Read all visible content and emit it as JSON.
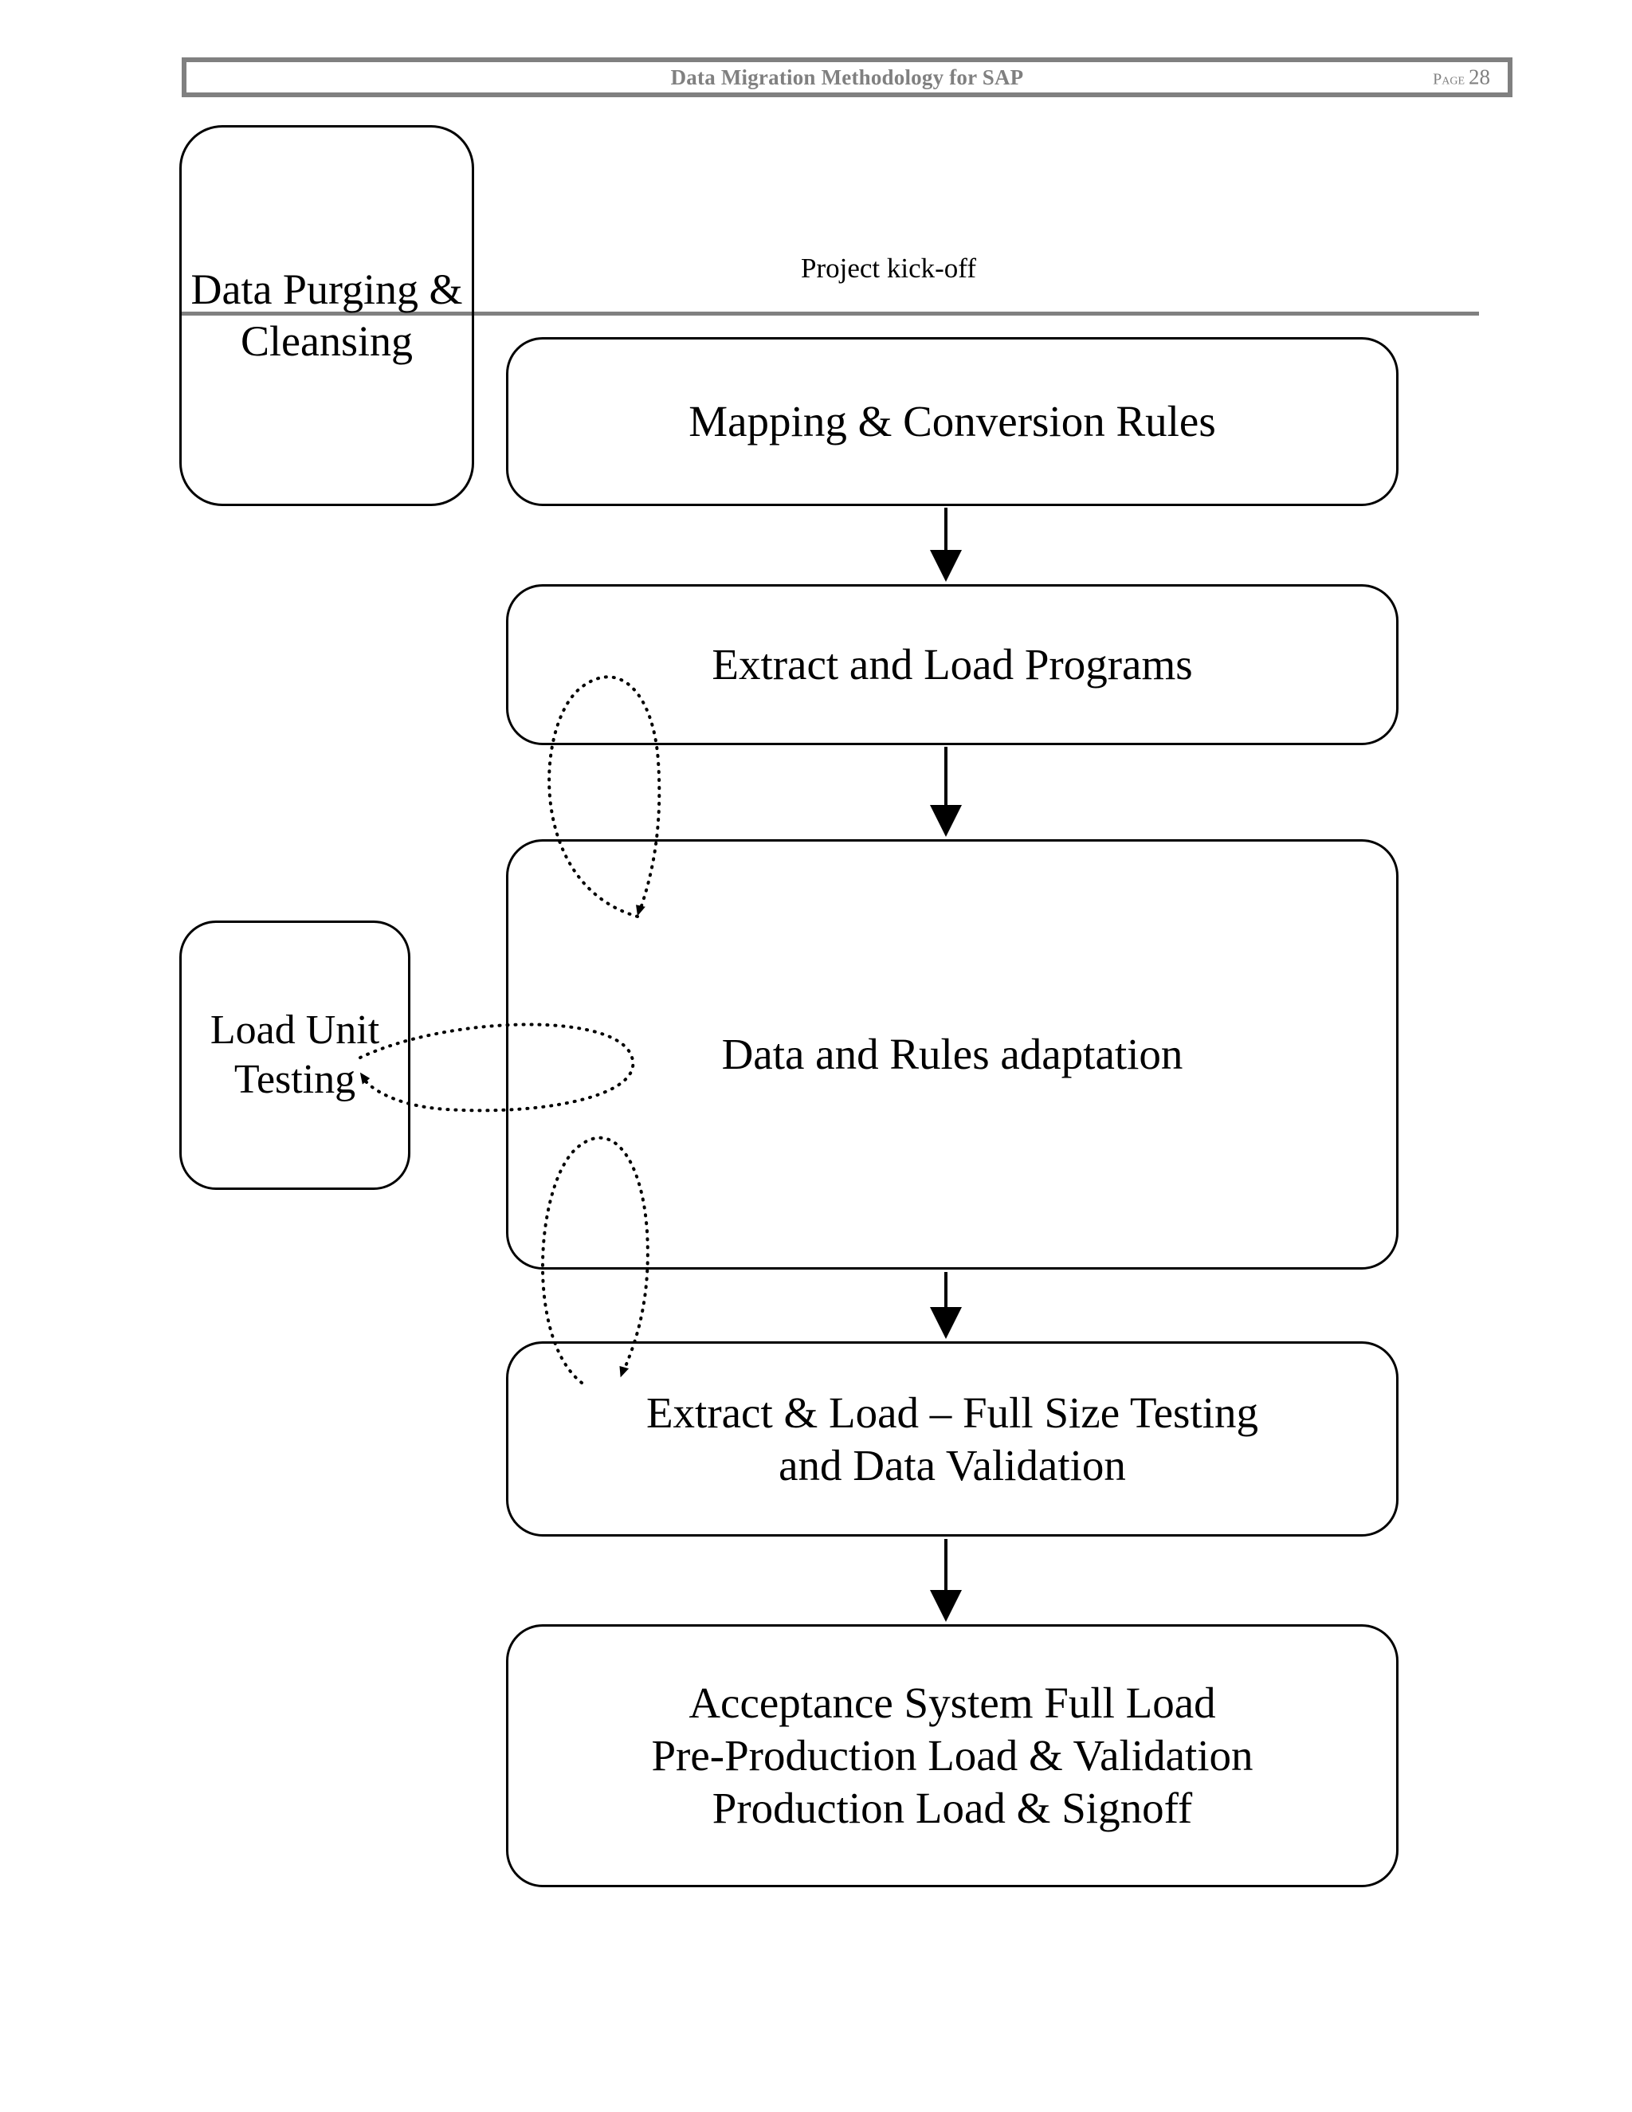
{
  "header": {
    "title": "Data Migration Methodology for SAP",
    "page_prefix": "Page",
    "page_number": "28",
    "border_color": "#808080",
    "text_color": "#808080"
  },
  "diagram": {
    "kickoff_label": "Project kick-off",
    "side_nodes": [
      {
        "id": "data-purging",
        "label": "Data Purging & Cleansing"
      },
      {
        "id": "load-unit-testing",
        "label": "Load Unit Testing"
      }
    ],
    "main_nodes": [
      {
        "id": "mapping",
        "label": "Mapping & Conversion Rules"
      },
      {
        "id": "extract",
        "label": "Extract and Load Programs"
      },
      {
        "id": "adaptation",
        "label": "Data and Rules adaptation"
      },
      {
        "id": "full-size",
        "line1": "Extract & Load – Full Size Testing",
        "line2": "and Data Validation"
      },
      {
        "id": "acceptance",
        "line1": "Acceptance System Full Load",
        "line2": "Pre-Production Load & Validation",
        "line3": "Production Load & Signoff"
      }
    ],
    "colors": {
      "node_stroke": "#000000",
      "arrow": "#000000",
      "feedback_loop": "#000000",
      "rule": "#808080"
    }
  }
}
